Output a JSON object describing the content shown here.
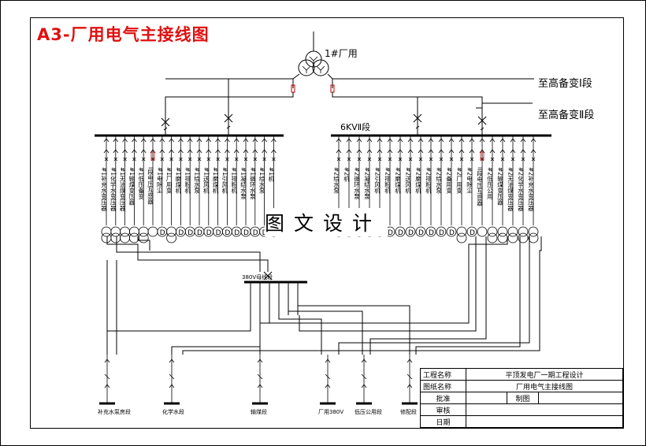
{
  "title": "A3-厂用电气主接线图",
  "transformer_label": "1#厂用",
  "backup_label_1": "至高备变Ⅰ段",
  "backup_label_2": "至高备变Ⅱ段",
  "bus_right_label": "6KVⅡ段",
  "bus_380_label": "380V母线段",
  "watermark": "图文设计",
  "left_feeders": [
    "#1补充水变压器",
    "#1化学水变压器",
    "#1无油煤变压器",
    "#1输煤变压器",
    "#1低压备变",
    "I段电压互感器",
    "#1电除尘",
    "#1厂用变",
    "#1磨煤机",
    "#1排粉机",
    "#1给水泵",
    "#1送风机",
    "#1磨煤机",
    "#1引风机",
    "#1排粉机",
    "#1凝结水泵",
    "#1循环水泵",
    "#1给水泵",
    "#1机"
  ],
  "right_feeders": [
    "#2给水泵",
    "#2机",
    "#2循环水泵",
    "#2凝结水泵",
    "#2引风机",
    "#2排粉机",
    "#2磨煤机",
    "#2送风机",
    "#2磨煤机",
    "#2排粉机",
    "#2给水泵",
    "#2备用变",
    "#2厂用变",
    "#2电除尘",
    "II段电压互感器",
    "#2低压公用",
    "#2输煤变压器",
    "#2无油煤变压器",
    "#2化学水变压器",
    "#2补充水变压器"
  ],
  "bottom_loads": [
    "补充水泵房段",
    "化学水段",
    "输煤段",
    "厂用380V",
    "低压公用段",
    "修配段"
  ],
  "titleblock": {
    "project_name_label": "工程名称",
    "project_name": "平顶发电厂一期工程设计",
    "drawing_name_label": "图纸名称",
    "drawing_name": "厂用电气主接线图",
    "approve_label": "批准",
    "draw_label": "制图",
    "review_label": "审核",
    "date_label": "日期"
  },
  "colors": {
    "title": "#e01010",
    "line": "#000000",
    "fuse": "#cc0000"
  }
}
